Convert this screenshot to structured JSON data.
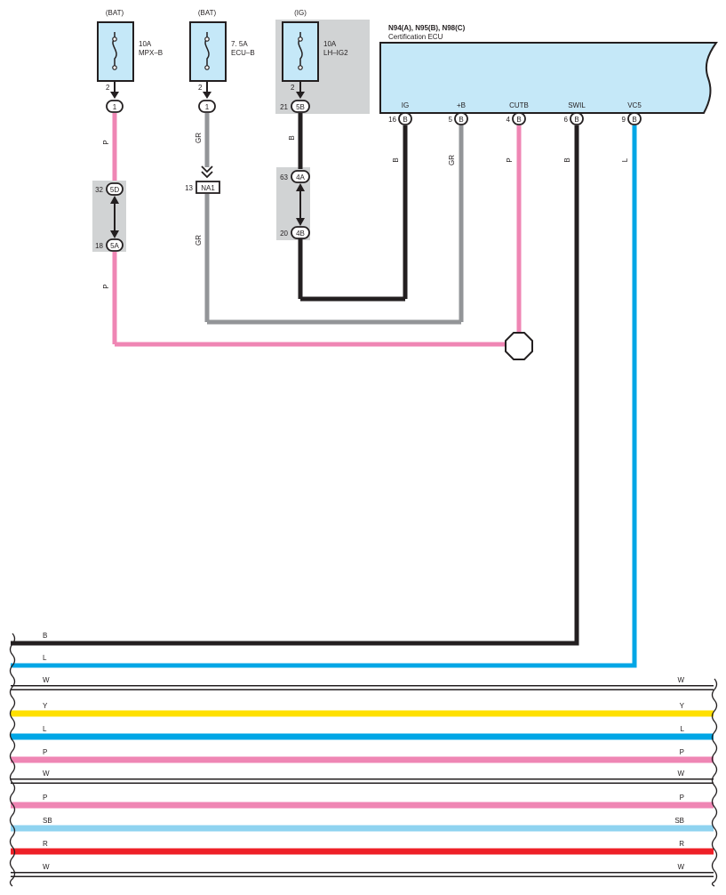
{
  "fuses": [
    {
      "supply": "(BAT)",
      "rating": "10A",
      "name": "MPX–B",
      "pin": "2",
      "connector": "1",
      "wire": "P"
    },
    {
      "supply": "(BAT)",
      "rating": "7. 5A",
      "name": "ECU–B",
      "pin": "2",
      "connector": "1",
      "wire": "GR"
    },
    {
      "supply": "(IG)",
      "rating": "10A",
      "name": "LH–IG2",
      "pin": "2",
      "connector": "5B",
      "connector_pin": "21",
      "wire": "B"
    }
  ],
  "junctions": {
    "j1_top": {
      "pin": "32",
      "label": "5D"
    },
    "j1_bottom": {
      "pin": "18",
      "label": "5A"
    },
    "na1": {
      "pin": "13",
      "label": "NA1"
    },
    "j3_top": {
      "pin": "63",
      "label": "4A"
    },
    "j3_bottom": {
      "pin": "20",
      "label": "4B"
    }
  },
  "wire_labels": {
    "p_lower": "P",
    "gr_lower": "GR"
  },
  "ecu": {
    "title": "N94(A), N95(B), N98(C)",
    "subtitle": "Certification ECU",
    "terminals": [
      {
        "name": "IG",
        "pin": "16",
        "conn": "B",
        "wire": "B"
      },
      {
        "name": "+B",
        "pin": "5",
        "conn": "B",
        "wire": "GR"
      },
      {
        "name": "CUTB",
        "pin": "4",
        "conn": "B",
        "wire": "P"
      },
      {
        "name": "SWIL",
        "pin": "6",
        "conn": "B",
        "wire": "B"
      },
      {
        "name": "VC5",
        "pin": "9",
        "conn": "B",
        "wire": "L"
      }
    ]
  },
  "bus": [
    {
      "left": "B",
      "right": "",
      "color": "#231f20",
      "width": 5
    },
    {
      "left": "L",
      "right": "",
      "color": "#00a6e6",
      "width": 5
    },
    {
      "left": "W",
      "right": "W",
      "color": "#ffffff",
      "width": 4,
      "outline": true
    },
    {
      "left": "Y",
      "right": "Y",
      "color": "#ffe000",
      "width": 7
    },
    {
      "left": "L",
      "right": "L",
      "color": "#00a6e6",
      "width": 7
    },
    {
      "left": "P",
      "right": "P",
      "color": "#ef86b4",
      "width": 7
    },
    {
      "left": "W",
      "right": "W",
      "color": "#ffffff",
      "width": 4,
      "outline": true
    },
    {
      "left": "P",
      "right": "P",
      "color": "#ef86b4",
      "width": 7
    },
    {
      "left": "SB",
      "right": "SB",
      "color": "#8fd3f0",
      "width": 7
    },
    {
      "left": "R",
      "right": "R",
      "color": "#ee2027",
      "width": 7
    },
    {
      "left": "W",
      "right": "W",
      "color": "#ffffff",
      "width": 4,
      "outline": true
    }
  ],
  "colors": {
    "pink": "#ef86b4",
    "gray": "#939598",
    "black": "#231f20",
    "blue": "#00a6e6",
    "ecu_fill": "#c5e8f8",
    "shade": "#d1d3d4"
  }
}
